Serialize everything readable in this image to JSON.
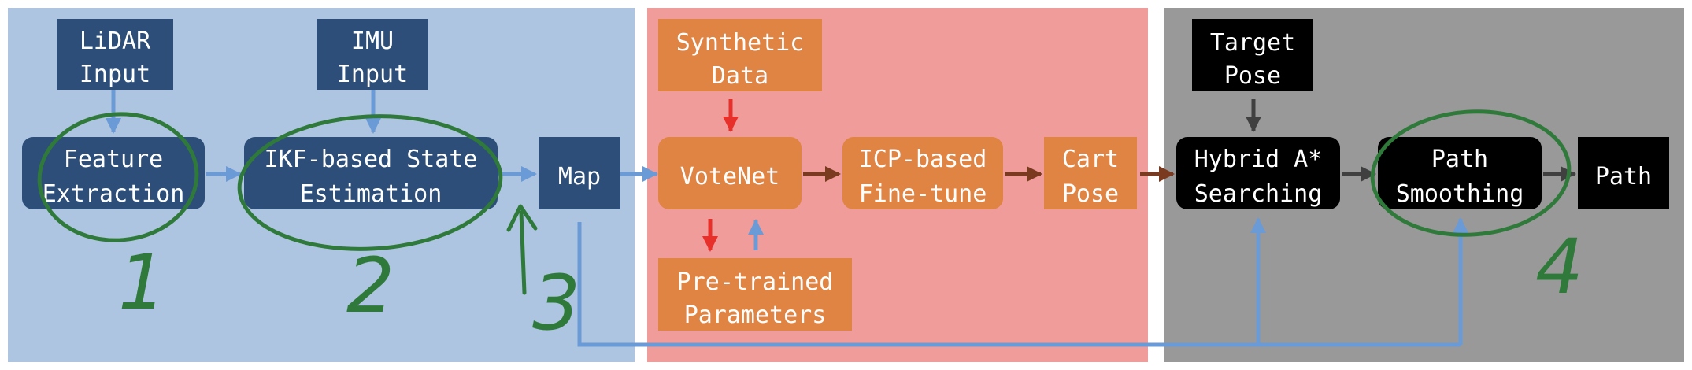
{
  "colors": {
    "panel_blue": "#adc5e0",
    "panel_red": "#f09c9a",
    "panel_gray": "#999999",
    "node_blue": "#2c4e78",
    "node_orange": "#e08443",
    "node_black": "#000000",
    "arrow_blue": "#6b9bd6",
    "arrow_brown": "#7a3a1f",
    "arrow_red": "#e8302a",
    "arrow_dark": "#404040",
    "annotation_green": "#2f7a3a"
  },
  "nodes": {
    "lidar_input": [
      "LiDAR",
      "Input"
    ],
    "imu_input": [
      "IMU",
      "Input"
    ],
    "feature_extraction": [
      "Feature",
      "Extraction"
    ],
    "ikf_state_estimation": [
      "IKF-based State",
      "Estimation"
    ],
    "map": [
      "Map"
    ],
    "synthetic_data": [
      "Synthetic",
      "Data"
    ],
    "votenet": [
      "VoteNet"
    ],
    "pretrained_parameters": [
      "Pre-trained",
      "Parameters"
    ],
    "icp_finetune": [
      "ICP-based",
      "Fine-tune"
    ],
    "cart_pose": [
      "Cart",
      "Pose"
    ],
    "target_pose": [
      "Target",
      "Pose"
    ],
    "hybrid_astar": [
      "Hybrid A*",
      "Searching"
    ],
    "path_smoothing": [
      "Path",
      "Smoothing"
    ],
    "path": [
      "Path"
    ]
  },
  "annotations": {
    "mark_1": "1",
    "mark_2": "2",
    "mark_3": "3",
    "mark_4": "4"
  }
}
